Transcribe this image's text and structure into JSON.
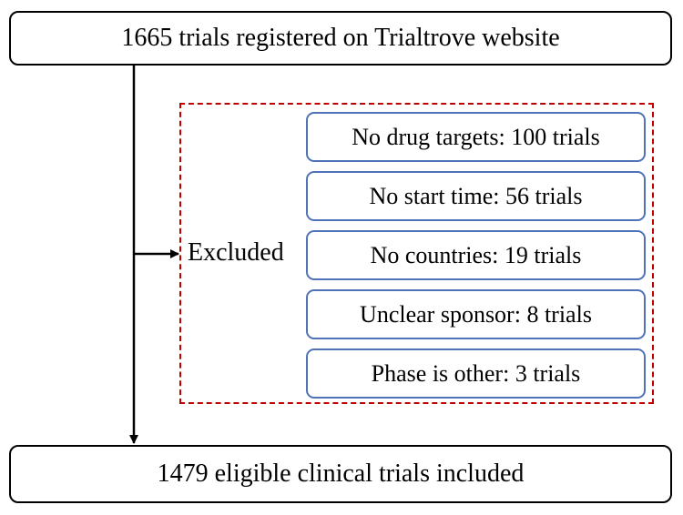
{
  "flow": {
    "start": "1665 trials registered on Trialtrove website",
    "excluded_label": "Excluded",
    "exclusions": [
      "No drug targets: 100 trials",
      "No start time: 56 trials",
      "No countries: 19 trials",
      "Unclear sponsor: 8 trials",
      "Phase is other: 3 trials"
    ],
    "end": "1479 eligible clinical trials included"
  },
  "colors": {
    "main_border": "#000000",
    "reason_border": "#4f72b8",
    "excluded_frame": "#c00000"
  }
}
